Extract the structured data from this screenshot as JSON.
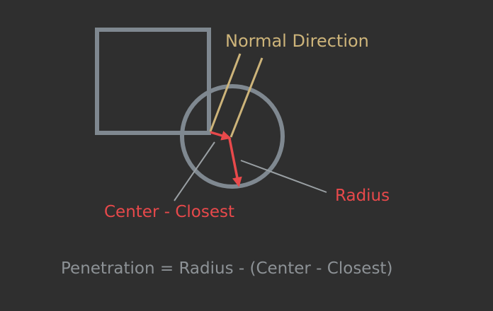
{
  "labels": {
    "normal_direction": "Normal Direction",
    "radius": "Radius",
    "center_closest": "Center - Closest"
  },
  "formula": "Penetration = Radius - (Center - Closest)",
  "colors": {
    "background": "#2f2f2f",
    "shape_outline": "#7f8890",
    "normal": "#cdb47a",
    "vector": "#e8494b",
    "formula": "#8d9296",
    "leader": "#9aa0a4"
  }
}
